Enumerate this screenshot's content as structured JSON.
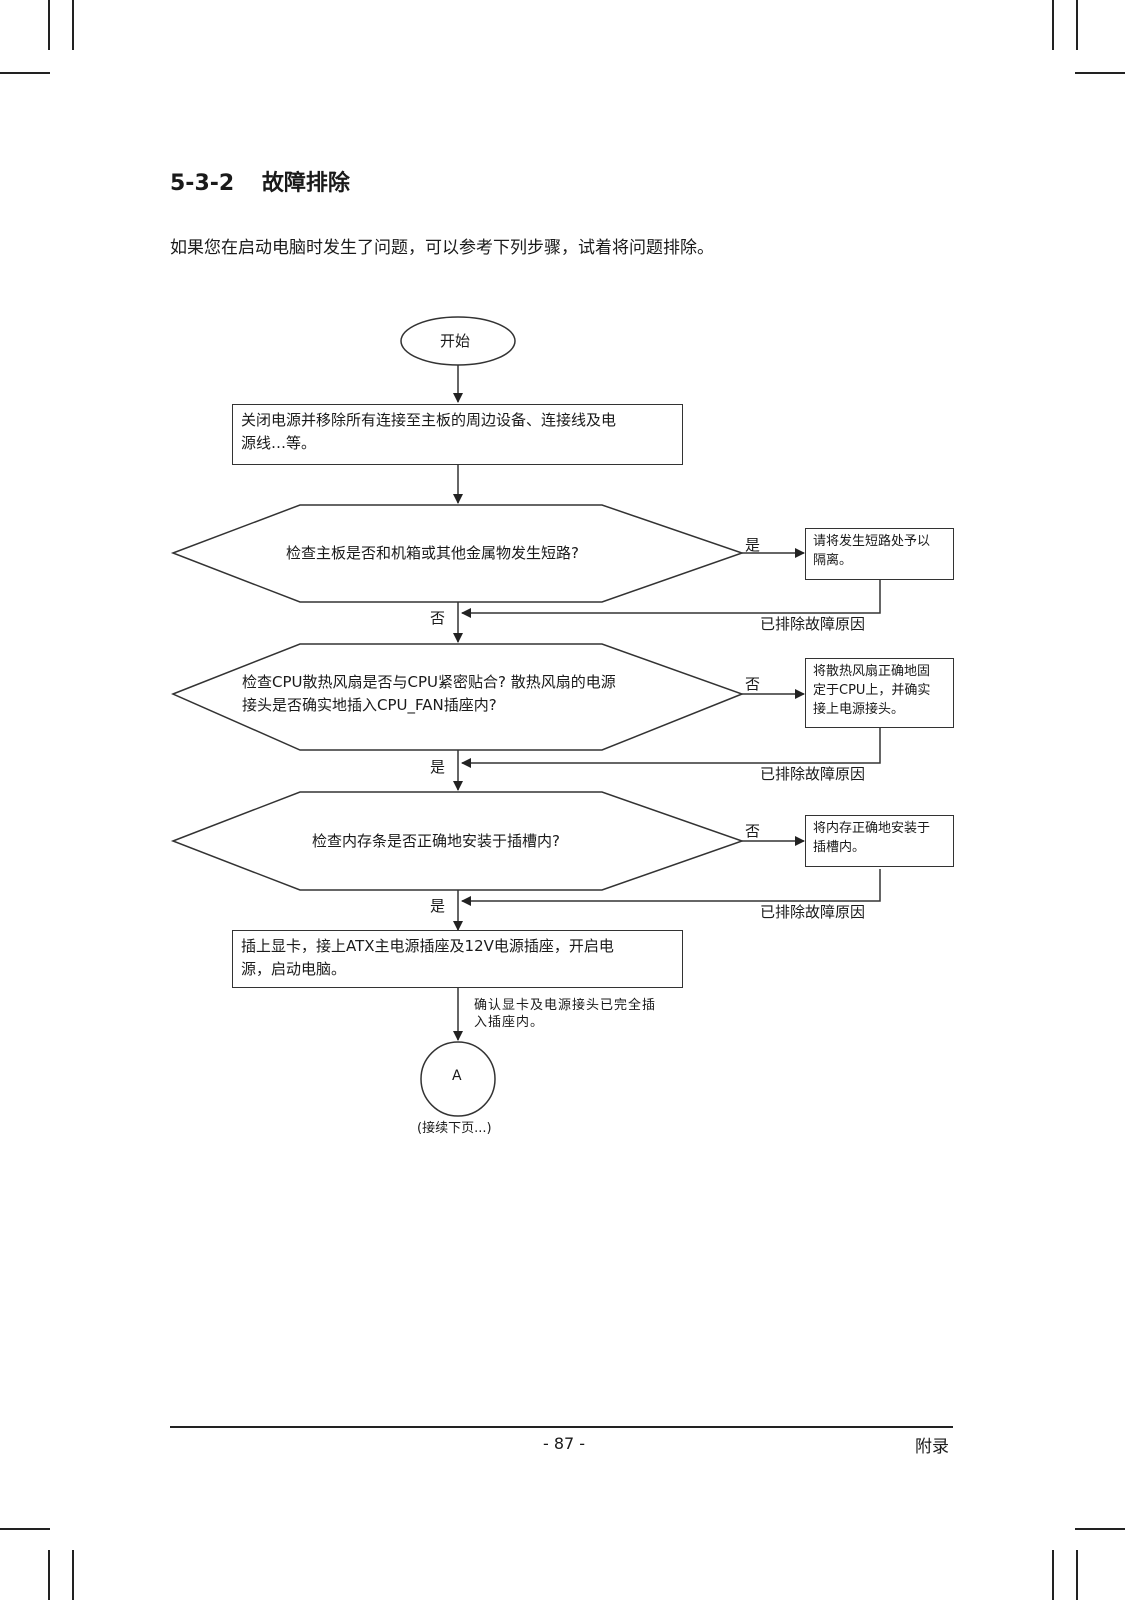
{
  "heading": {
    "number": "5-3-2",
    "title": "故障排除"
  },
  "intro": "如果您在启动电脑时发生了问题，可以参考下列步骤，试着将问题排除。",
  "flow": {
    "start": "开始",
    "step1": [
      "关闭电源并移除所有连接至主板的周边设备、连接线及电",
      "源线…等。"
    ],
    "decision1": "检查主板是否和机箱或其他金属物发生短路?",
    "d1_yes": "是",
    "d1_action": [
      "请将发生短路处予以",
      "隔离。"
    ],
    "d1_fixed": "已排除故障原因",
    "d1_no": "否",
    "decision2": [
      "检查CPU散热风扇是否与CPU紧密贴合? 散热风扇的电源",
      "接头是否确实地插入CPU_FAN插座内?"
    ],
    "d2_no": "否",
    "d2_action": [
      "将散热风扇正确地固",
      "定于CPU上，并确实",
      "接上电源接头。"
    ],
    "d2_fixed": "已排除故障原因",
    "d2_yes": "是",
    "decision3": "检查内存条是否正确地安装于插槽内?",
    "d3_no": "否",
    "d3_action": [
      "将内存正确地安装于",
      "插槽内。"
    ],
    "d3_fixed": "已排除故障原因",
    "d3_yes": "是",
    "step2": [
      "插上显卡，接上ATX主电源插座及12V电源插座，开启电",
      "源，启动电脑。"
    ],
    "step2_note": [
      "确认显卡及电源接头已完全插",
      "入插座内。"
    ],
    "connector": "A",
    "continued": "(接续下页...)"
  },
  "footer": {
    "page": "- 87 -",
    "section": "附录"
  }
}
